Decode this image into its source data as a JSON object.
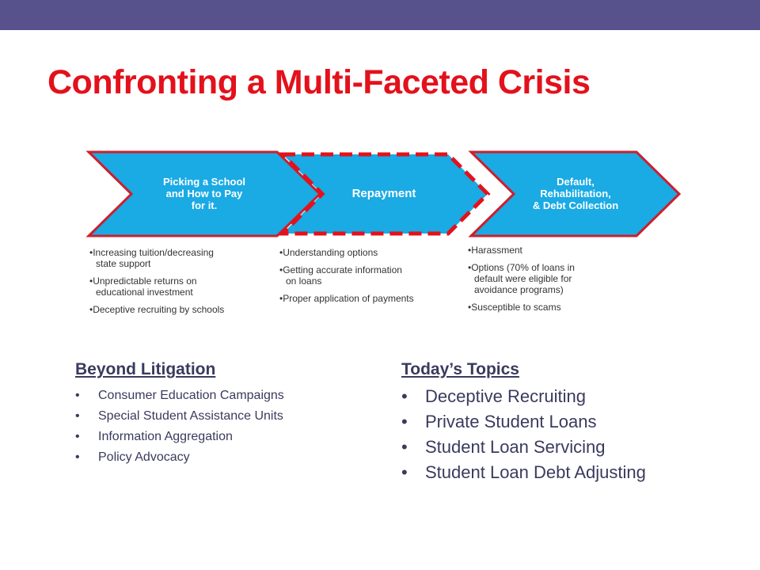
{
  "title": "Confronting a Multi-Faceted Crisis",
  "colors": {
    "accent_red": "#e3111b",
    "bar": "#57528c",
    "chevron_fill": "#1aaae4",
    "text_navy": "#3a3a5e"
  },
  "stages": [
    {
      "label_lines": [
        "Picking a School",
        "and How to Pay",
        "for it."
      ],
      "bullets": [
        [
          "•Increasing tuition/decreasing",
          "state support"
        ],
        [
          "•Unpredictable returns on",
          "educational investment"
        ],
        [
          "•Deceptive recruiting by schools"
        ]
      ]
    },
    {
      "label_lines": [
        "Repayment"
      ],
      "bullets": [
        [
          "•Understanding options"
        ],
        [
          "•Getting accurate information",
          "on loans"
        ],
        [
          "•Proper application of payments"
        ]
      ]
    },
    {
      "label_lines": [
        "Default,",
        "Rehabilitation,",
        "& Debt Collection"
      ],
      "bullets": [
        [
          "•Harassment"
        ],
        [
          "•Options (70% of loans in",
          "default were eligible for",
          "avoidance programs)"
        ],
        [
          "•Susceptible to scams"
        ]
      ]
    }
  ],
  "beyond_litigation": {
    "heading": "Beyond Litigation",
    "bullet": "•",
    "items": [
      "Consumer Education Campaigns",
      "Special Student Assistance Units",
      "Information Aggregation",
      "Policy Advocacy"
    ]
  },
  "todays_topics": {
    "heading": "Today’s Topics",
    "bullet": "•",
    "items": [
      "Deceptive Recruiting",
      "Private Student Loans",
      "Student Loan Servicing",
      "Student Loan Debt Adjusting"
    ]
  }
}
